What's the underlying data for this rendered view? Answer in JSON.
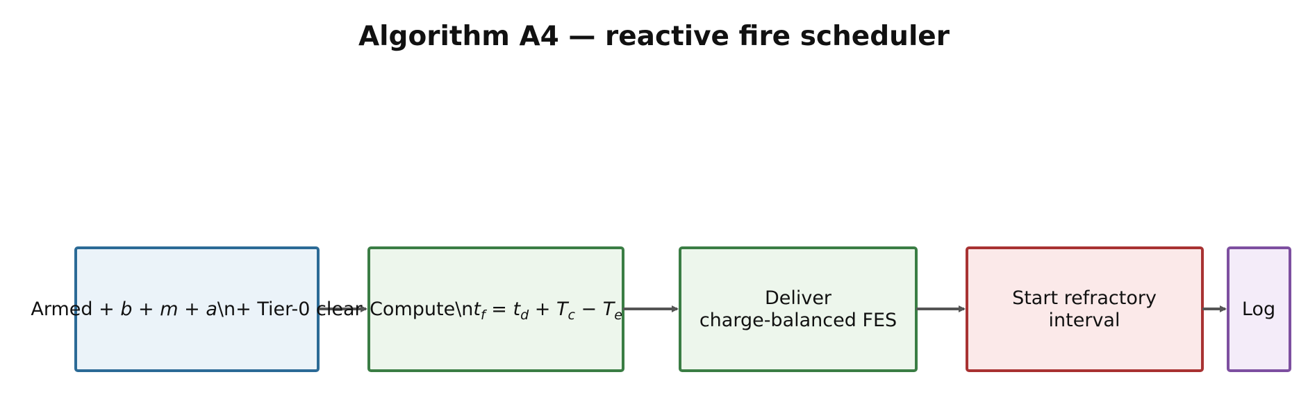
{
  "title": "Algorithm A4 — reactive fire scheduler",
  "colors": {
    "arrow": "#555555",
    "blue_stroke": "#2b6a96",
    "blue_fill": "#ebf3f9",
    "green_stroke": "#3a7d44",
    "green_fill": "#edf6ec",
    "red_stroke": "#a83232",
    "red_fill": "#fbe9e9",
    "purple_stroke": "#7d4fa0",
    "purple_fill": "#f4ecf9"
  },
  "nodes": [
    {
      "id": "armed",
      "color": "blue",
      "segments": [
        {
          "t": "Armed + ",
          "i": false
        },
        {
          "t": "b",
          "i": true
        },
        {
          "t": " + ",
          "i": false
        },
        {
          "t": "m",
          "i": true
        },
        {
          "t": " + ",
          "i": false
        },
        {
          "t": "a",
          "i": true
        },
        {
          "t": "\\n+ Tier-0 clear",
          "i": false
        }
      ]
    },
    {
      "id": "compute",
      "color": "green",
      "segments": [
        {
          "t": "Compute\\n",
          "i": false
        },
        {
          "t": "t",
          "i": true
        },
        {
          "t": "f",
          "i": true,
          "sub": true
        },
        {
          "t": " = ",
          "i": false
        },
        {
          "t": "t",
          "i": true
        },
        {
          "t": "d",
          "i": true,
          "sub": true
        },
        {
          "t": " + ",
          "i": false
        },
        {
          "t": "T",
          "i": true
        },
        {
          "t": "c",
          "i": true,
          "sub": true
        },
        {
          "t": " − ",
          "i": false
        },
        {
          "t": "T",
          "i": true
        },
        {
          "t": "e",
          "i": true,
          "sub": true
        }
      ]
    },
    {
      "id": "deliver",
      "color": "green",
      "lines": [
        "Deliver",
        "charge-balanced FES"
      ]
    },
    {
      "id": "refractory",
      "color": "red",
      "lines": [
        "Start refractory",
        "interval"
      ]
    },
    {
      "id": "log",
      "color": "purple",
      "lines": [
        "Log"
      ]
    }
  ]
}
